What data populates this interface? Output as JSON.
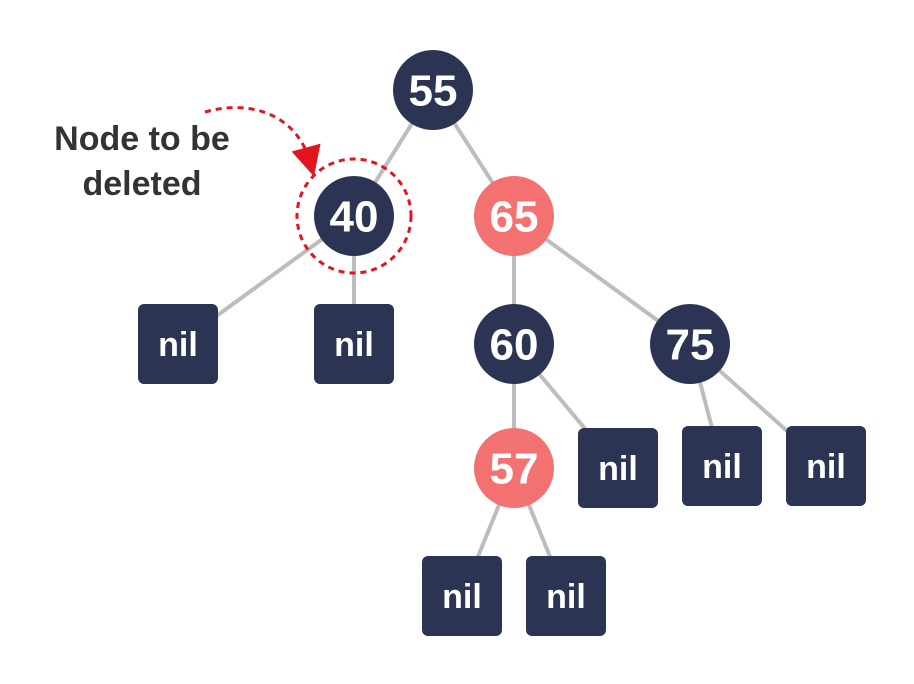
{
  "colors": {
    "black_node": "#2b3452",
    "red_node": "#f47171",
    "edge": "#bdbdbd",
    "highlight": "#e3141c",
    "annotation_text": "#333333"
  },
  "annotation": {
    "line1": "Node to be",
    "line2": "deleted"
  },
  "nodes": [
    {
      "id": "n55",
      "label": "55",
      "color": "black"
    },
    {
      "id": "n40",
      "label": "40",
      "color": "black",
      "marked_for_deletion": true
    },
    {
      "id": "n65",
      "label": "65",
      "color": "red"
    },
    {
      "id": "n60",
      "label": "60",
      "color": "black"
    },
    {
      "id": "n75",
      "label": "75",
      "color": "black"
    },
    {
      "id": "n57",
      "label": "57",
      "color": "red"
    }
  ],
  "nil_leaves": [
    {
      "id": "nil40l",
      "label": "nil"
    },
    {
      "id": "nil40r",
      "label": "nil"
    },
    {
      "id": "nil60r",
      "label": "nil"
    },
    {
      "id": "nil75l",
      "label": "nil"
    },
    {
      "id": "nil75r",
      "label": "nil"
    },
    {
      "id": "nil57l",
      "label": "nil"
    },
    {
      "id": "nil57r",
      "label": "nil"
    }
  ],
  "edges": [
    {
      "from": "n55",
      "to": "n40"
    },
    {
      "from": "n55",
      "to": "n65"
    },
    {
      "from": "n40",
      "to": "nil40l"
    },
    {
      "from": "n40",
      "to": "nil40r"
    },
    {
      "from": "n65",
      "to": "n60"
    },
    {
      "from": "n65",
      "to": "n75"
    },
    {
      "from": "n60",
      "to": "n57"
    },
    {
      "from": "n60",
      "to": "nil60r"
    },
    {
      "from": "n75",
      "to": "nil75l"
    },
    {
      "from": "n75",
      "to": "nil75r"
    },
    {
      "from": "n57",
      "to": "nil57l"
    },
    {
      "from": "n57",
      "to": "nil57r"
    }
  ]
}
